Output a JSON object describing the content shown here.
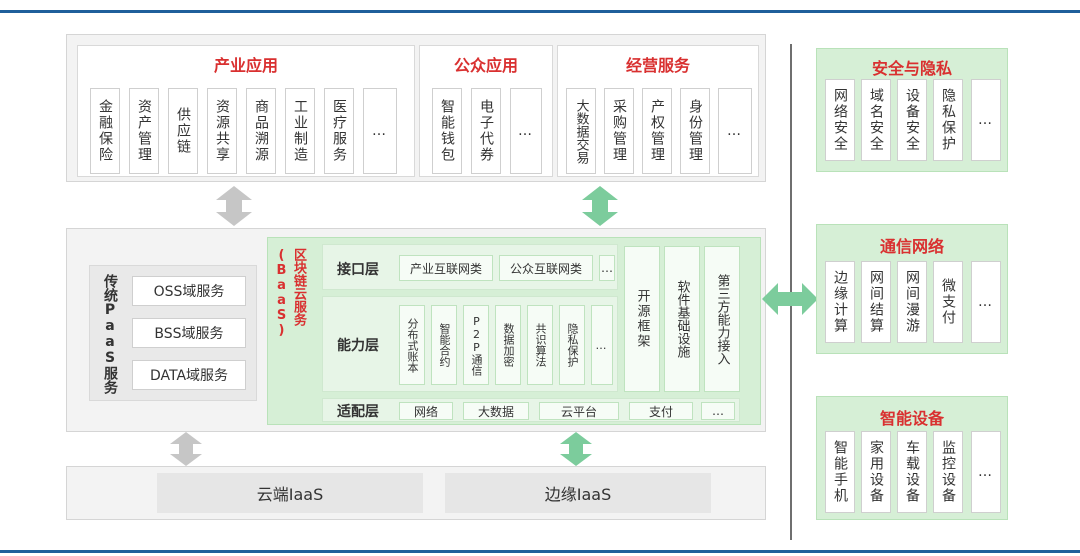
{
  "top": {
    "industry": {
      "title": "产业应用",
      "items": [
        "金融保险",
        "资产管理",
        "供应链",
        "资源共享",
        "商品溯源",
        "工业制造",
        "医疗服务",
        "…"
      ]
    },
    "public": {
      "title": "公众应用",
      "items": [
        "智能钱包",
        "电子代券",
        "…"
      ]
    },
    "business": {
      "title": "经营服务",
      "items": [
        "大数据交易",
        "采购管理",
        "产权管理",
        "身份管理",
        "…"
      ]
    }
  },
  "middle": {
    "traditional": {
      "label": "传统PaaS服务",
      "items": [
        "OSS域服务",
        "BSS域服务",
        "DATA域服务"
      ]
    },
    "baas": {
      "label": "区块链云服务 (BaaS)",
      "interface": {
        "label": "接口层",
        "items": [
          "产业互联网类",
          "公众互联网类",
          "…"
        ]
      },
      "ability": {
        "label": "能力层",
        "items": [
          "分布式账本",
          "智能合约",
          "P2P通信",
          "数据加密",
          "共识算法",
          "隐私保护",
          "…"
        ]
      },
      "adapter": {
        "label": "适配层",
        "items": [
          "网络",
          "大数据",
          "云平台",
          "支付",
          "…"
        ]
      },
      "columns": [
        "开源框架",
        "软件基础设施",
        "第三方能力接入"
      ]
    }
  },
  "bottom": {
    "items": [
      "云端IaaS",
      "边缘IaaS"
    ]
  },
  "right": {
    "security": {
      "title": "安全与隐私",
      "items": [
        "网络安全",
        "域名安全",
        "设备安全",
        "隐私保护",
        "…"
      ]
    },
    "network": {
      "title": "通信网络",
      "items": [
        "边缘计算",
        "网间结算",
        "网间漫游",
        "微支付",
        "…"
      ]
    },
    "devices": {
      "title": "智能设备",
      "items": [
        "智能手机",
        "家用设备",
        "车载设备",
        "监控设备",
        "…"
      ]
    }
  },
  "colors": {
    "accent_red": "#d93030",
    "rule_blue": "#1f5f9b",
    "arrow_gray": "#c6c6c6",
    "arrow_green": "#7ccc9c"
  }
}
